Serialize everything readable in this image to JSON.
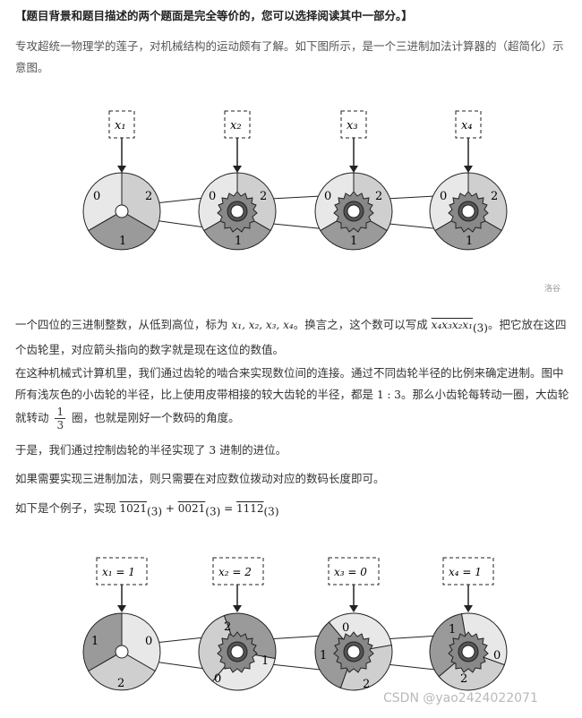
{
  "intro": "【题目背景和题目描述的两个题面是完全等价的，您可以选择阅读其中一部分。】",
  "para1": "专攻超统一物理学的莲子，对机械结构的运动颇有了解。如下图所示，是一个三进制加法计算器的（超简化）示意图。",
  "figure1": {
    "labels": [
      "x₁",
      "x₂",
      "x₃",
      "x₄"
    ],
    "digits": [
      "0",
      "1",
      "2"
    ]
  },
  "luogu_watermark": "洛谷",
  "para2": {
    "a": "一个四位的三进制整数，从低到高位，标为 ",
    "vars": "x₁, x₂, x₃, x₄",
    "b": "。换言之，这个数可以写成 ",
    "num": "x₄x₃x₂x₁",
    "sub": "(3)",
    "c": "。把它放在这四个齿轮里，对应箭头指向的数字就是现在这位的数值。"
  },
  "para3": {
    "a": "在这种机械式计算机里，我们通过齿轮的啮合来实现数位间的连接。通过不同齿轮半径的比例来确定进制。图中所有浅灰色的小齿轮的半径，比上使用皮带相接的较大齿轮的半径，都是 ",
    "ratio": "1 : 3",
    "b": "。那么小齿轮每转动一圈，大齿轮就转动 ",
    "num": "1",
    "den": "3",
    "c": " 圈，也就是刚好一个数码的角度。"
  },
  "para4": {
    "a": "于是，我们通过控制齿轮的半径实现了 ",
    "n": "3",
    "b": " 进制的进位。"
  },
  "para5": "如果需要实现三进制加法，则只需要在对应数位拨动对应的数码长度即可。",
  "para6": {
    "a": "如下是个例子，实现 ",
    "n1": "1021",
    "s1": "(3)",
    "plus": " + ",
    "n2": "0021",
    "s2": "(3)",
    "eq": " = ",
    "n3": "1112",
    "s3": "(3)"
  },
  "figure2": {
    "labels": [
      "x₁ = 1",
      "x₂ = 2",
      "x₃ = 0",
      "x₄ = 1"
    ],
    "wheel_digits": [
      [
        "1",
        "0",
        "2"
      ],
      [
        "2",
        "1",
        "0"
      ],
      [
        "0",
        "1",
        "2"
      ],
      [
        "1",
        "0",
        "2"
      ]
    ]
  },
  "csdn_watermark": "CSDN @yao2424022071"
}
